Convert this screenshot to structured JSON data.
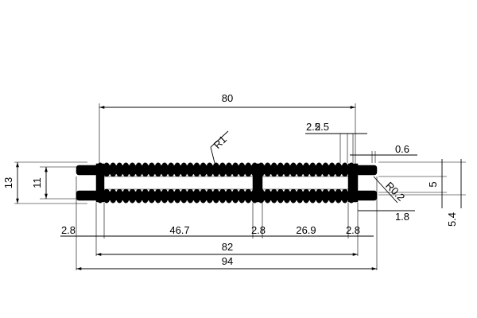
{
  "drawing": {
    "dimensions": {
      "top_width": "80",
      "fin_pitch_a": "2.5",
      "fin_pitch_b": "2.5",
      "fin_thickness": "0.6",
      "fin_tip_radius": "R1",
      "corner_radius": "R0.2",
      "overall_height": "13",
      "inner_height": "11",
      "gap_height": "5",
      "half_height": "5.4",
      "flange_thickness": "1.8",
      "left_wall": "2.8",
      "left_span": "46.7",
      "center_wall": "2.8",
      "right_span": "26.9",
      "right_wall": "2.8",
      "inner_width": "82",
      "overall_width": "94"
    }
  }
}
